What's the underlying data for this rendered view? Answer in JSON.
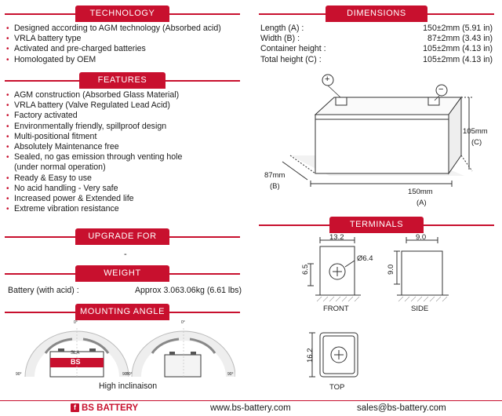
{
  "sections": {
    "technology": "TECHNOLOGY",
    "dimensions": "DIMENSIONS",
    "features": "FEATURES",
    "terminals": "TERMINALS",
    "upgrade_for": "UPGRADE FOR",
    "weight": "WEIGHT",
    "mounting_angle": "MOUNTING ANGLE"
  },
  "technology_items": [
    "Designed according to AGM technology (Absorbed acid)",
    "VRLA battery type",
    "Activated and pre-charged batteries",
    "Homologated by OEM"
  ],
  "feature_items": [
    "AGM construction (Absorbed Glass Material)",
    "VRLA battery (Valve Regulated Lead Acid)",
    "Factory activated",
    "Environmentally friendly, spillproof design",
    "Multi-positional fitment",
    "Absolutely Maintenance free",
    "Sealed, no gas emission through venting hole",
    "(under normal operation)",
    "Ready & Easy to use",
    "No acid handling - Very safe",
    "Increased power & Extended life",
    "Extreme vibration resistance"
  ],
  "dimensions": [
    {
      "label": "Length (A) :",
      "value": "150±2mm (5.91 in)"
    },
    {
      "label": "Width (B) :",
      "value": "87±2mm (3.43 in)"
    },
    {
      "label": "Container height :",
      "value": "105±2mm (4.13 in)"
    },
    {
      "label": "Total height (C) :",
      "value": "105±2mm (4.13 in)"
    }
  ],
  "diagram": {
    "width_mm": "87mm",
    "width_letter": "(B)",
    "length_mm": "150mm",
    "length_letter": "(A)",
    "height_mm": "105mm",
    "height_letter": "(C)",
    "plus": "+",
    "minus": "−"
  },
  "terminals": {
    "front_width": "13.2",
    "front_height": "6.5",
    "front_diameter": "Ø6.4",
    "front_label": "FRONT",
    "side_width": "9.0",
    "side_height": "9.0",
    "side_label": "SIDE",
    "top_height": "16.2",
    "top_label": "TOP",
    "plus": "+"
  },
  "upgrade_for_value": "-",
  "weight": {
    "label": "Battery (with acid) :",
    "value": "Approx 3.063.06kg (6.61 lbs)"
  },
  "mounting": {
    "caption": "High inclinaison",
    "left_angle_top": "0°",
    "left_angle_left": "90°",
    "left_angle_right": "90°",
    "right_angle_top": "0°",
    "right_angle_left": "90°",
    "right_angle_right": "90°",
    "battery_brand": "BS",
    "battery_type": "SLA"
  },
  "footer": {
    "brand": "BS BATTERY",
    "website": "www.bs-battery.com",
    "email": "sales@bs-battery.com"
  },
  "colors": {
    "accent": "#c8102e",
    "text": "#1a1a1a",
    "drawing": "#333333"
  }
}
